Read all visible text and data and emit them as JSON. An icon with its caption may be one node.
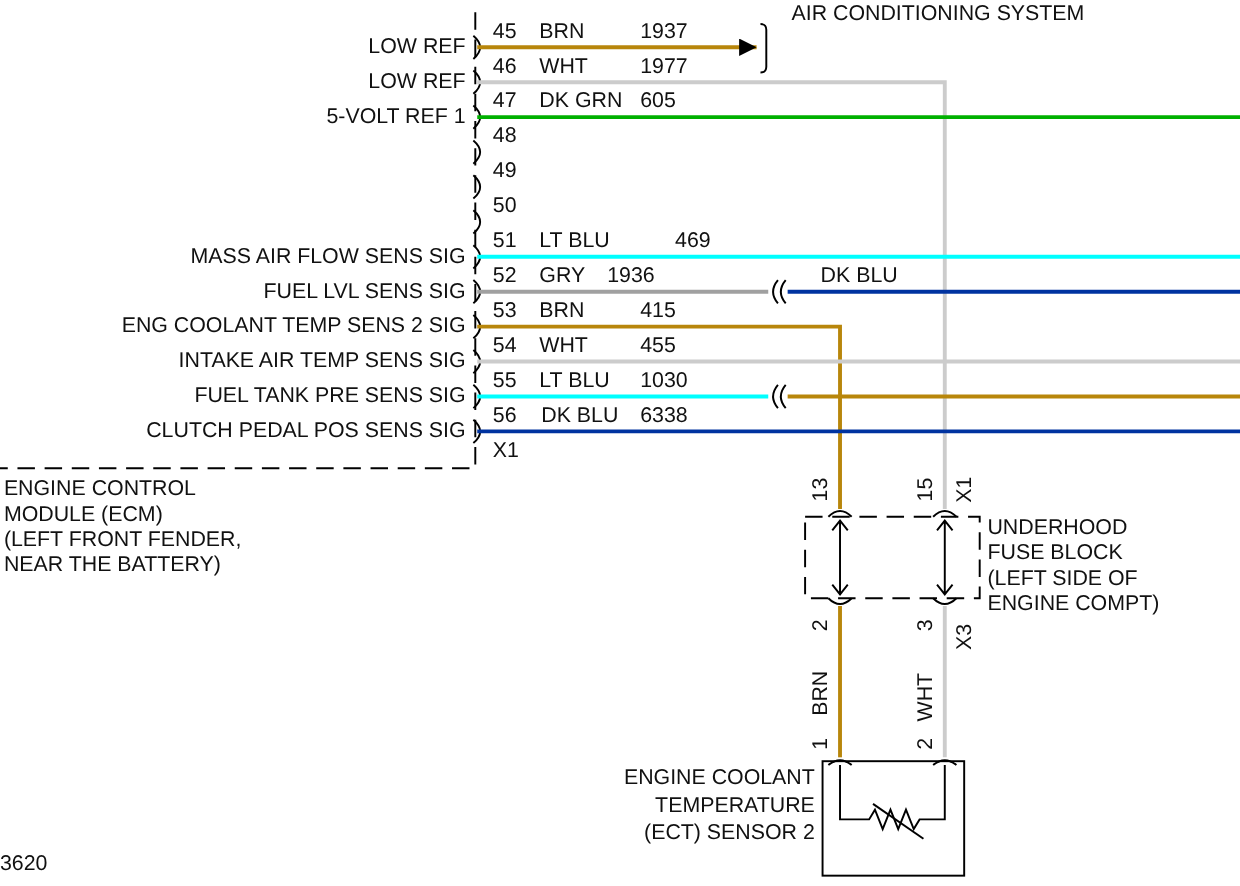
{
  "diagram": {
    "nodes": [
      {
        "text": [
          "ENGINE CONTROL MODULE (ECM)",
          "(LEFT FRONT FENDER, NEAR THE BATTERY)"
        ]
      },
      {
        "text": [
          "AIR CONDITIONING SYSTEM"
        ]
      },
      {
        "text": [],
        "shape": "connector"
      },
      {
        "text": [],
        "shape": "connector"
      },
      {
        "text": [
          "UNDERHOOD FUSE BLOCK",
          "(LEFT SIDE OF ENGINE COMPT)"
        ]
      },
      {
        "text": [
          "ENGINE COOLANT TEMPERATURE (ECT) SENSOR 2"
        ]
      }
    ],
    "edges": [
      {
        "from": 0,
        "to": 1,
        "arrow": "to",
        "color": "#b8860b"
      },
      {
        "from": 0,
        "to": 4,
        "arrow": "none",
        "color": "#cccccc"
      },
      {
        "from": 0,
        "to": null,
        "arrow": "none",
        "color": "#00b000"
      },
      {
        "from": 0,
        "to": null,
        "arrow": "none",
        "color": "#00ffff"
      },
      {
        "from": 0,
        "to": 2,
        "arrow": "none",
        "color": "#a0a0a0"
      },
      {
        "from": 2,
        "to": null,
        "arrow": "none",
        "color": "#0033a0"
      },
      {
        "from": 0,
        "to": 4,
        "arrow": "none",
        "color": "#b8860b"
      },
      {
        "from": 0,
        "to": null,
        "arrow": "none",
        "color": "#cccccc"
      },
      {
        "from": 0,
        "to": 3,
        "arrow": "none",
        "color": "#00ffff"
      },
      {
        "from": 3,
        "to": null,
        "arrow": "none",
        "color": "#b8860b"
      },
      {
        "from": 0,
        "to": null,
        "arrow": "none",
        "color": "#0033a0"
      },
      {
        "from": 4,
        "to": 5,
        "arrow": "none",
        "color": "#b8860b"
      },
      {
        "from": 4,
        "to": 5,
        "arrow": "none",
        "color": "#cccccc"
      }
    ],
    "labels": [
      "LOW REF",
      "45",
      "BRN",
      "1937",
      "LOW REF",
      "46",
      "WHT",
      "1977",
      "5-VOLT REF 1",
      "47",
      "DK GRN",
      "605",
      "48",
      "49",
      "50",
      "MASS AIR FLOW SENS SIG",
      "51",
      "LT BLU",
      "469",
      "FUEL LVL SENS SIG",
      "52",
      "GRY",
      "1936",
      "DK BLU",
      "ENG COOLANT TEMP SENS 2 SIG",
      "53",
      "BRN",
      "415",
      "INTAKE AIR TEMP SENS SIG",
      "54",
      "WHT",
      "455",
      "FUEL TANK PRE SENS SIG",
      "55",
      "LT BLU",
      "1030",
      "CLUTCH PEDAL POS SENS SIG",
      "56",
      "DK BLU",
      "6338",
      "X1",
      "13",
      "15",
      "X1",
      "2",
      "3",
      "X3",
      "BRN",
      "WHT",
      "1",
      "2",
      "3620"
    ]
  }
}
